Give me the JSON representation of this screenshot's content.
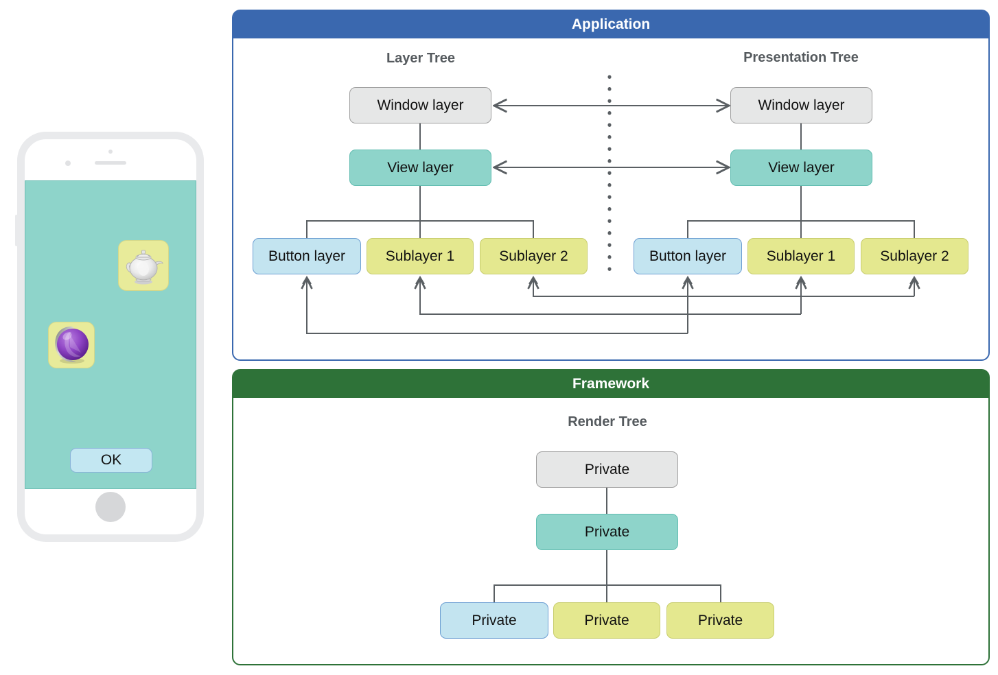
{
  "phone": {
    "screen_bg_color": "#8ed4ca",
    "icons": [
      {
        "name": "teapot-icon",
        "label": "Teapot"
      },
      {
        "name": "gem-icon",
        "label": "Gem"
      }
    ],
    "ok_button_label": "OK"
  },
  "panels": [
    {
      "id": "application",
      "title": "Application",
      "header_color": "#3a68af",
      "border_color": "#3a68af"
    },
    {
      "id": "framework",
      "title": "Framework",
      "header_color": "#2e7238",
      "border_color": "#2e7238"
    }
  ],
  "trees": {
    "layer_tree": {
      "title": "Layer Tree",
      "nodes": {
        "window": "Window layer",
        "view": "View layer",
        "button": "Button layer",
        "sub1": "Sublayer 1",
        "sub2": "Sublayer 2"
      }
    },
    "presentation_tree": {
      "title": "Presentation Tree",
      "nodes": {
        "window": "Window layer",
        "view": "View layer",
        "button": "Button layer",
        "sub1": "Sublayer 1",
        "sub2": "Sublayer 2"
      }
    },
    "render_tree": {
      "title": "Render Tree",
      "nodes": {
        "root": "Private",
        "mid": "Private",
        "leaf1": "Private",
        "leaf2": "Private",
        "leaf3": "Private"
      }
    }
  },
  "colors": {
    "gray_node": "#e6e7e7",
    "teal_node": "#8ed4ca",
    "blue_node": "#c3e4f0",
    "yellow_node": "#e4e88f",
    "wire": "#5a5f63"
  }
}
